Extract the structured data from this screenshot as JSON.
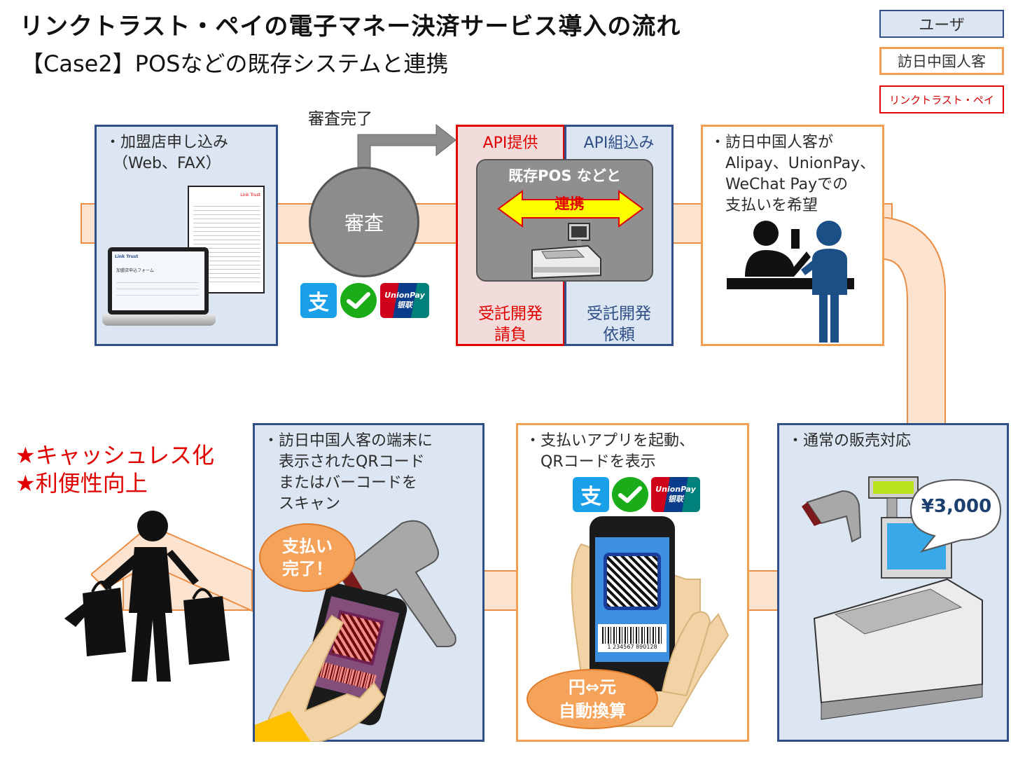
{
  "title": "リンクトラスト・ペイの電子マネー決済サービス導入の流れ",
  "subtitle": "【Case2】POSなどの既存システムと連携",
  "legend": {
    "user": "ユーザ",
    "guest": "訪日中国人客",
    "linktrust": "リンクトラスト・ペイ"
  },
  "colors": {
    "user_fill": "#dce6f2",
    "user_border": "#2f4f86",
    "guest_border": "#f0a050",
    "linktrust_border": "#e00000",
    "pipe": "#fbe3cf",
    "accent_red": "#e00000"
  },
  "flow": {
    "application": {
      "text": "・加盟店申し込み\n　（Web、FAX）",
      "laptop_caption": "加盟店申込フォーム",
      "brand": "Link Trust"
    },
    "review": {
      "label": "審査",
      "done_label": "審査完了",
      "logos": [
        "alipay-logo",
        "wechat-pay-logo",
        "unionpay-logo"
      ]
    },
    "api": {
      "provide_label": "API提供",
      "embed_label": "API組込み",
      "pos_label": "既存POS などと",
      "link_label": "連携",
      "contract_left": "受託開発\n請負",
      "contract_right": "受託開発\n依頼"
    },
    "guest_request": {
      "text": "・訪日中国人客が\n　Alipay、UnionPay、\n　WeChat Payでの\n　支払いを希望"
    },
    "normal_sale": {
      "text": "・通常の販売対応",
      "price": "¥3,000"
    },
    "show_qr": {
      "text": "・支払いアプリを起動、\n　QRコードを表示",
      "barcode_number": "1 234567 890128",
      "conversion": "円⇔元\n自動換算"
    },
    "scan": {
      "text": "・訪日中国人客の端末に\n　表示されたQRコード\n　またはバーコードを\n　スキャン",
      "done": "支払い\n完了！"
    },
    "merits": "★キャッシュレス化\n★利便性向上"
  }
}
